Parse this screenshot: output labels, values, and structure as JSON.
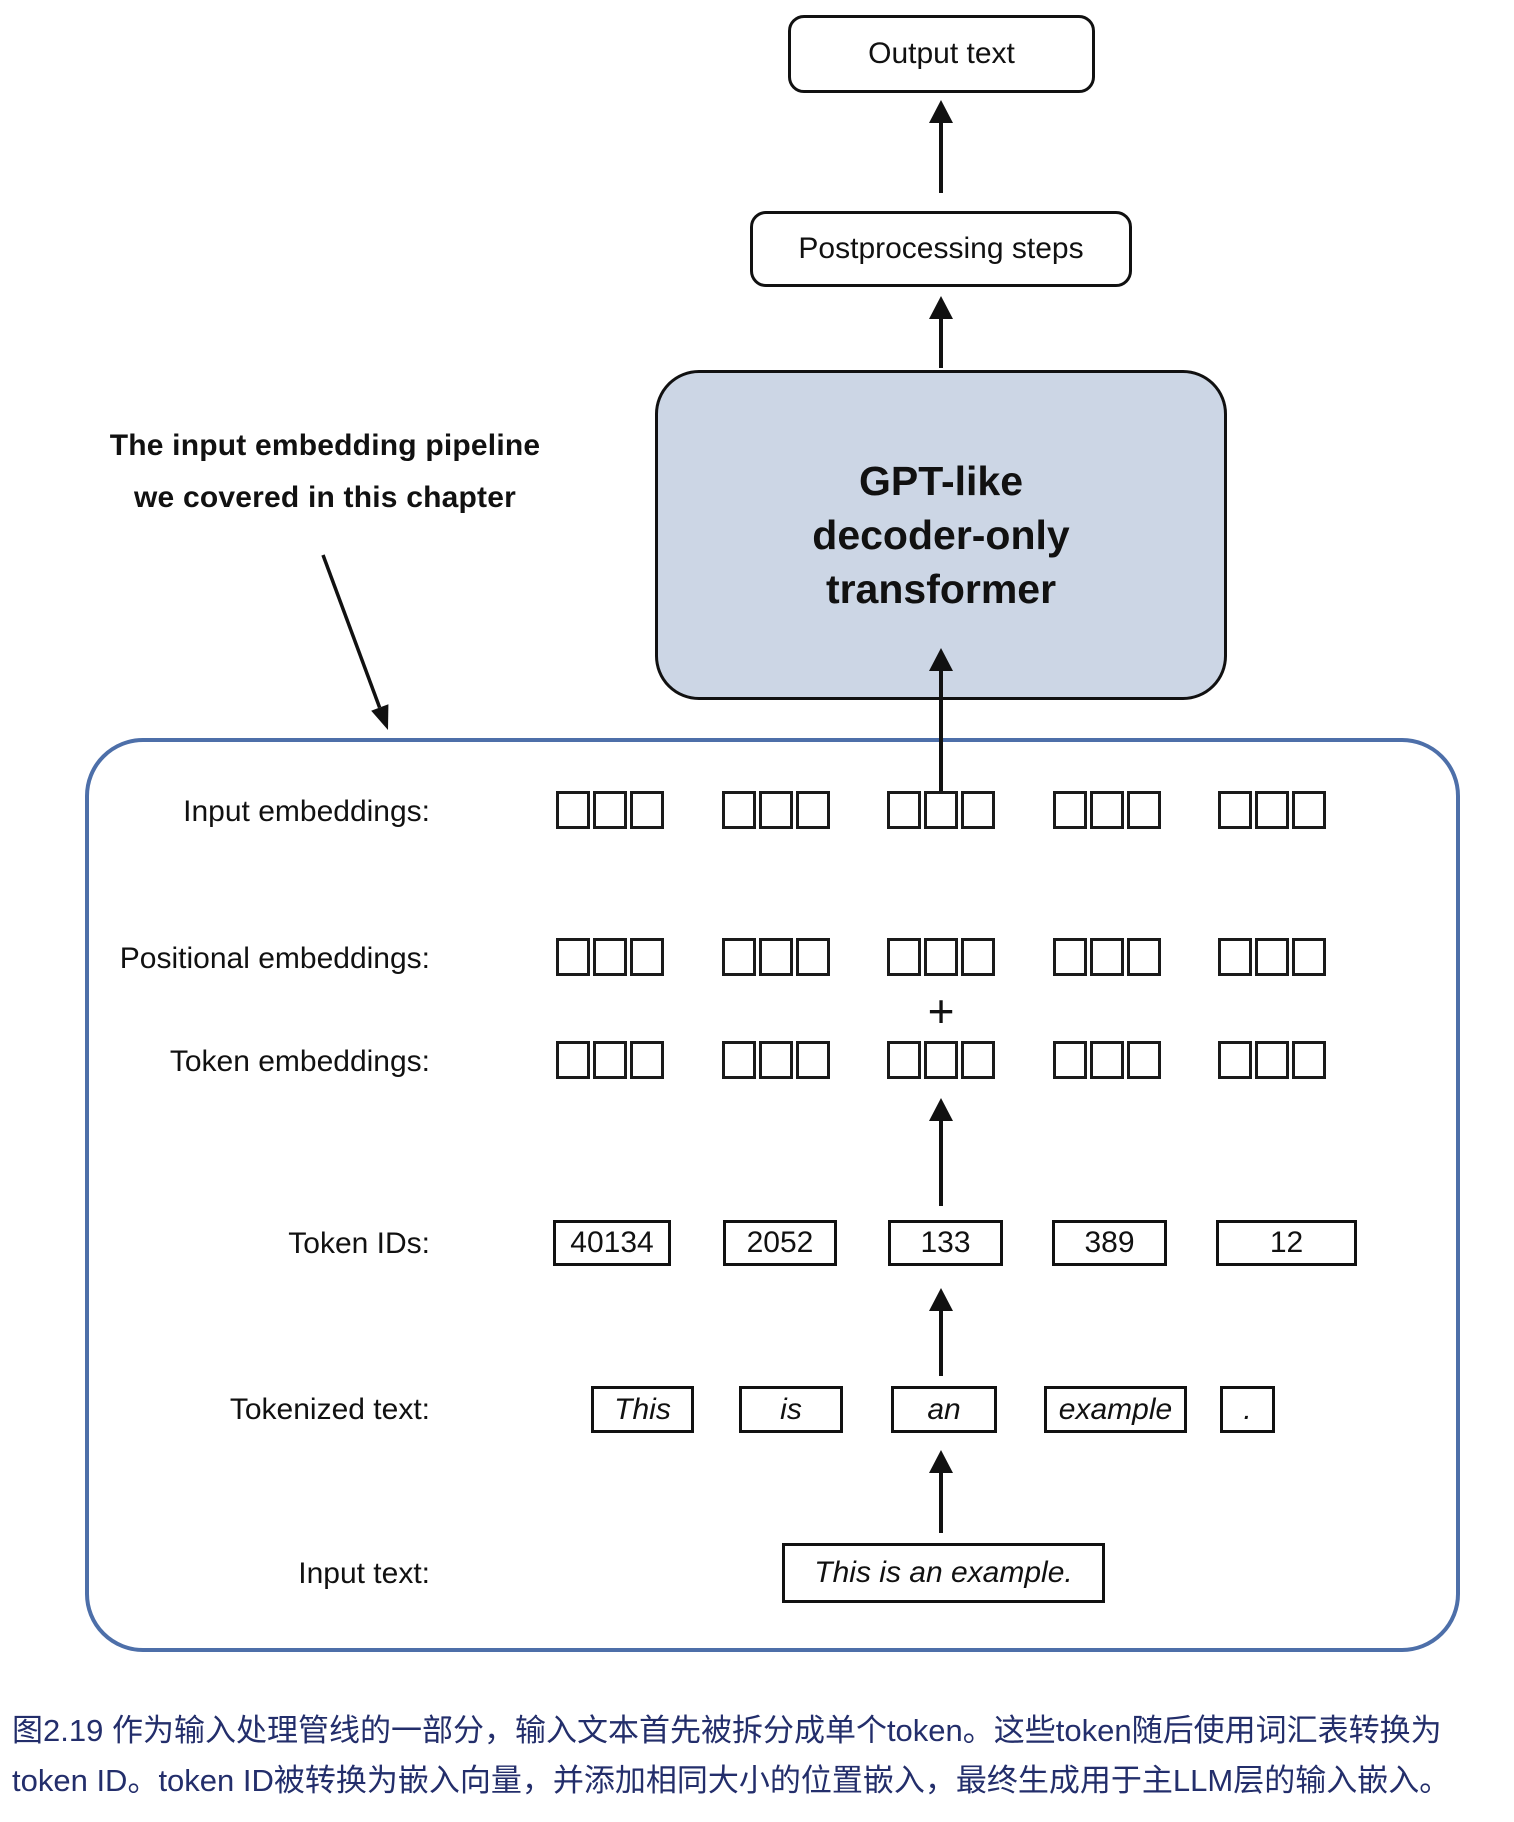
{
  "diagram": {
    "output_box": "Output text",
    "postprocessing_box": "Postprocessing steps",
    "gpt_box_lines": [
      "GPT-like",
      "decoder-only",
      "transformer"
    ],
    "annotation_lines": [
      "The input embedding pipeline",
      "we covered in this chapter"
    ],
    "plus_sign": "+",
    "labels": {
      "input_embeddings": "Input embeddings:",
      "positional_embeddings": "Positional embeddings:",
      "token_embeddings": "Token embeddings:",
      "token_ids": "Token IDs:",
      "tokenized_text": "Tokenized text:",
      "input_text": "Input text:"
    },
    "token_ids": [
      "40134",
      "2052",
      "133",
      "389",
      "12"
    ],
    "tokens": [
      "This",
      "is",
      "an",
      "example",
      "."
    ],
    "input_text": "This is an example.",
    "embedding_groups_per_row": 5,
    "cells_per_group": 3
  },
  "caption": {
    "lines": [
      "图2.19 作为输入处理管线的一部分，输入文本首先被拆分成单个token。这些token随后使用词汇表转换为",
      "token ID。token ID被转换为嵌入向量，并添加相同大小的位置嵌入，最终生成用于主LLM层的输入嵌入。"
    ]
  },
  "colors": {
    "gpt_box_fill": "#ccd6e5",
    "container_border": "#4d6fa9",
    "caption_text": "#232e6b",
    "diagram_stroke": "#111111"
  }
}
